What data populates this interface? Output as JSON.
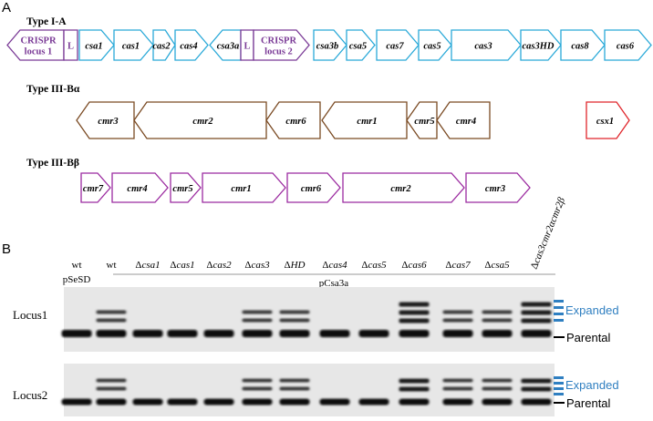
{
  "panels": {
    "a": "A",
    "b": "B"
  },
  "colors": {
    "type_i_a": "#29a9d8",
    "crispr": "#7a3a96",
    "type_iii_ba": "#7a4a22",
    "csx1": "#e0252b",
    "type_iii_bb": "#9b2aa0",
    "expanded": "#2f7fc1",
    "parental": "#000000"
  },
  "types": [
    {
      "title": "Type I-A",
      "genes": [
        {
          "kind": "crispr",
          "label": [
            "CRISPR",
            "locus 1"
          ],
          "dir": "left"
        },
        {
          "kind": "leader",
          "label": [
            "L"
          ]
        },
        {
          "kind": "gene",
          "label": [
            "csa1"
          ],
          "dir": "right"
        },
        {
          "kind": "gene",
          "label": [
            "cas1"
          ],
          "dir": "right"
        },
        {
          "kind": "gene",
          "label": [
            "cas2"
          ],
          "dir": "right"
        },
        {
          "kind": "gene",
          "label": [
            "cas4"
          ],
          "dir": "right"
        },
        {
          "kind": "gene",
          "label": [
            "csa3a"
          ],
          "dir": "left"
        },
        {
          "kind": "leader",
          "label": [
            "L"
          ]
        },
        {
          "kind": "crispr",
          "label": [
            "CRISPR",
            "locus 2"
          ],
          "dir": "right"
        },
        {
          "kind": "gene",
          "label": [
            "csa3b"
          ],
          "dir": "right"
        },
        {
          "kind": "gene",
          "label": [
            "csa5"
          ],
          "dir": "right"
        },
        {
          "kind": "gene",
          "label": [
            "cas7"
          ],
          "dir": "right"
        },
        {
          "kind": "gene",
          "label": [
            "cas5"
          ],
          "dir": "right"
        },
        {
          "kind": "gene",
          "label": [
            "cas3"
          ],
          "dir": "right"
        },
        {
          "kind": "gene",
          "label": [
            "cas3HD"
          ],
          "dir": "right"
        },
        {
          "kind": "gene",
          "label": [
            "cas8"
          ],
          "dir": "right"
        },
        {
          "kind": "gene",
          "label": [
            "cas6"
          ],
          "dir": "right"
        }
      ]
    },
    {
      "title": "Type III-Bα",
      "genes": [
        {
          "kind": "gene",
          "label": [
            "cmr3"
          ],
          "dir": "left"
        },
        {
          "kind": "gene",
          "label": [
            "cmr2"
          ],
          "dir": "left"
        },
        {
          "kind": "gene",
          "label": [
            "cmr6"
          ],
          "dir": "left"
        },
        {
          "kind": "gene",
          "label": [
            "cmr1"
          ],
          "dir": "left"
        },
        {
          "kind": "gene",
          "label": [
            "cmr5"
          ],
          "dir": "left"
        },
        {
          "kind": "gene",
          "label": [
            "cmr4"
          ],
          "dir": "left"
        },
        {
          "kind": "gene",
          "label": [
            "csx1"
          ],
          "dir": "right"
        }
      ]
    },
    {
      "title": "Type III-Bβ",
      "genes": [
        {
          "kind": "gene",
          "label": [
            "cmr7"
          ],
          "dir": "right"
        },
        {
          "kind": "gene",
          "label": [
            "cmr4"
          ],
          "dir": "right"
        },
        {
          "kind": "gene",
          "label": [
            "cmr5"
          ],
          "dir": "right"
        },
        {
          "kind": "gene",
          "label": [
            "cmr1"
          ],
          "dir": "right"
        },
        {
          "kind": "gene",
          "label": [
            "cmr6"
          ],
          "dir": "right"
        },
        {
          "kind": "gene",
          "label": [
            "cmr2"
          ],
          "dir": "right"
        },
        {
          "kind": "gene",
          "label": [
            "cmr3"
          ],
          "dir": "right"
        }
      ]
    }
  ],
  "gel": {
    "lanes": [
      {
        "prefix": "wt",
        "italic": "",
        "line2": "pSeSD"
      },
      {
        "prefix": "wt",
        "italic": ""
      },
      {
        "prefix": "Δ",
        "italic": "csa1"
      },
      {
        "prefix": "Δ",
        "italic": "cas1"
      },
      {
        "prefix": "Δ",
        "italic": "cas2"
      },
      {
        "prefix": "Δ",
        "italic": "cas3"
      },
      {
        "prefix": "Δ",
        "italic": "HD"
      },
      {
        "prefix": "Δ",
        "italic": "cas4"
      },
      {
        "prefix": "Δ",
        "italic": "cas5"
      },
      {
        "prefix": "Δ",
        "italic": "cas6"
      },
      {
        "prefix": "Δ",
        "italic": "cas7"
      },
      {
        "prefix": "Δ",
        "italic": "csa5"
      },
      {
        "prefix": "Δ",
        "italic": "cas3cmr2αcmr2β",
        "rotated": true
      }
    ],
    "plasmid_label": "pCsa3a",
    "rows": [
      {
        "label": "Locus1",
        "expanded_lanes": [
          1,
          5,
          6,
          9,
          10,
          11,
          12
        ]
      },
      {
        "label": "Locus2",
        "expanded_lanes": [
          1,
          5,
          6,
          9,
          10,
          11,
          12
        ]
      }
    ],
    "expanded_label": "Expanded",
    "parental_label": "Parental"
  }
}
